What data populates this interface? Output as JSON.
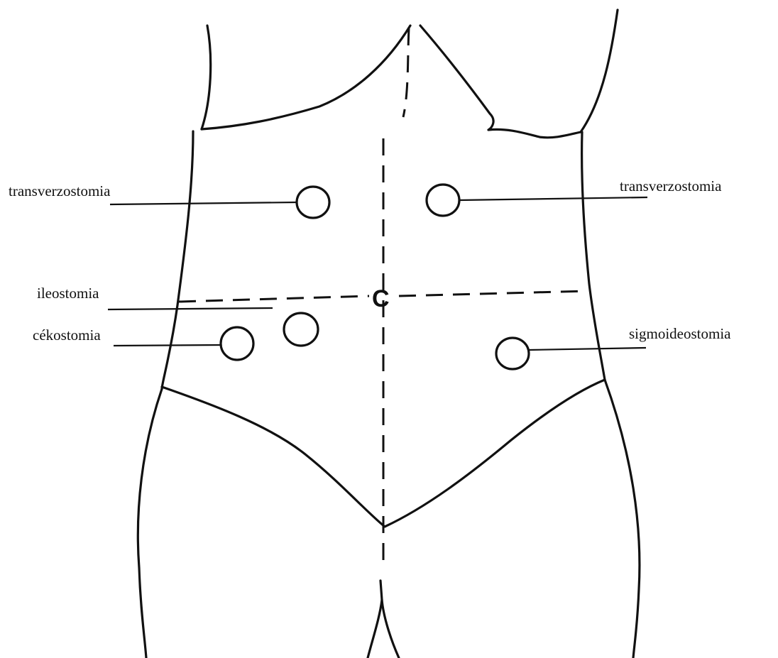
{
  "labels": {
    "transverz_left": "transverzostomia",
    "transverz_right": "transverzostomia",
    "ileostomia": "ileostomia",
    "cekostomia": "cékostomia",
    "sigmoideostomia": "sigmoideostomia",
    "center": "C"
  }
}
